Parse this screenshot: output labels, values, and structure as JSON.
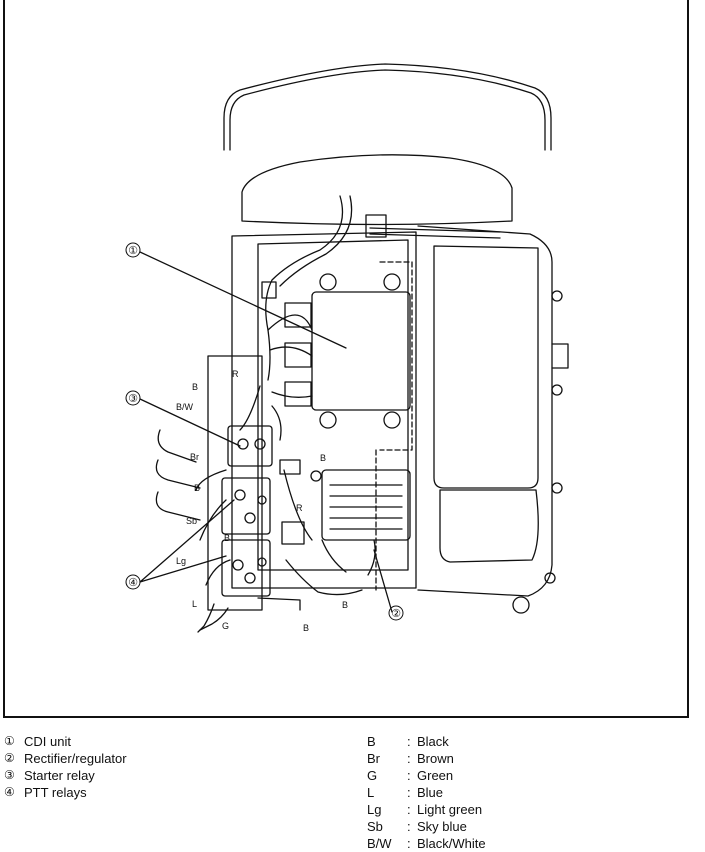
{
  "callouts": [
    "①",
    "②",
    "③",
    "④"
  ],
  "wire_labels": {
    "B": "B",
    "Br": "Br",
    "R": "R",
    "BW": "B/W",
    "Sb": "Sb",
    "Lg": "Lg",
    "L": "L",
    "G": "G"
  },
  "parts": [
    {
      "num": "①",
      "label": "CDI unit"
    },
    {
      "num": "②",
      "label": "Rectifier/regulator"
    },
    {
      "num": "③",
      "label": "Starter relay"
    },
    {
      "num": "④",
      "label": "PTT relays"
    }
  ],
  "colors": [
    {
      "code": "B",
      "sep": ":",
      "name": "Black"
    },
    {
      "code": "Br",
      "sep": ":",
      "name": "Brown"
    },
    {
      "code": "G",
      "sep": ":",
      "name": "Green"
    },
    {
      "code": "L",
      "sep": ":",
      "name": "Blue"
    },
    {
      "code": "Lg",
      "sep": ":",
      "name": "Light green"
    },
    {
      "code": "Sb",
      "sep": ":",
      "name": "Sky blue"
    },
    {
      "code": "B/W",
      "sep": ":",
      "name": "Black/White"
    }
  ]
}
